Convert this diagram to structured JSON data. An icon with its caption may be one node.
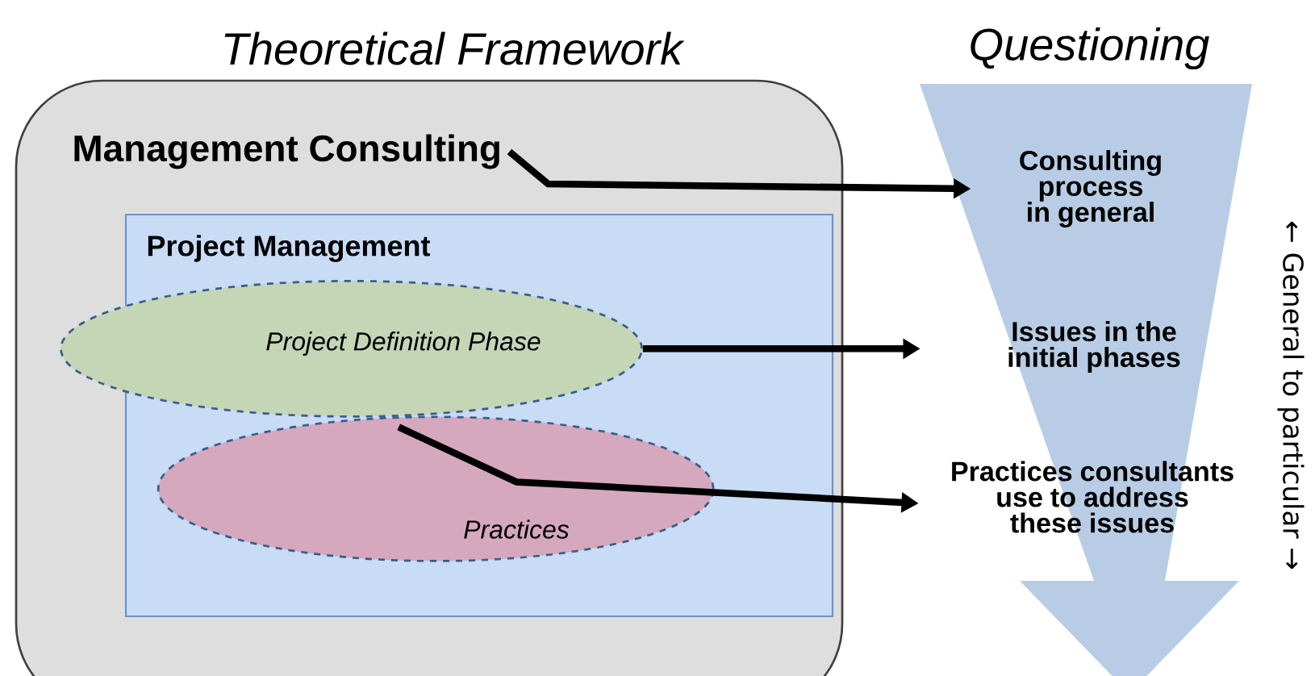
{
  "diagram": {
    "nodes": [
      {
        "text": [
          "Theoretical Framework",
          "Management Consulting"
        ]
      },
      {
        "text": [
          "Project Management"
        ],
        "in": 0
      },
      {
        "text": [
          "Project Definition Phase"
        ],
        "in": 1
      },
      {
        "text": [
          "Practices"
        ],
        "in": 1
      },
      {
        "text": [
          "Questioning"
        ]
      },
      {
        "text": [
          "Consulting process in general"
        ],
        "in": 4
      },
      {
        "text": [
          "Issues in the initial phases"
        ],
        "in": 4
      },
      {
        "text": [
          "Practices consultants use to address these issues"
        ],
        "in": 4
      }
    ],
    "edges": [
      {
        "from": 0,
        "to": 5,
        "arrow": "to"
      },
      {
        "from": 2,
        "to": 6,
        "arrow": "to"
      },
      {
        "from": 3,
        "to": 7,
        "arrow": "to"
      }
    ],
    "labels": [
      "← General to particular →"
    ]
  }
}
